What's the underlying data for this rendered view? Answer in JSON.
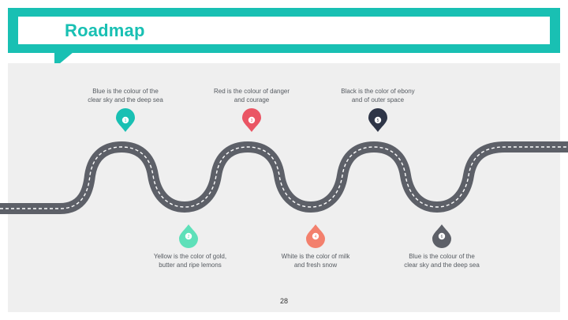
{
  "slide": {
    "title": "Roadmap",
    "page_number": "28"
  },
  "colors": {
    "accent": "#19c0b3",
    "panel": "#efefef",
    "road": "#5d6068",
    "pin_teal": "#19c0b3",
    "pin_red": "#ea5564",
    "pin_navy": "#2e3547",
    "pin_mint": "#5ee0b9",
    "pin_salmon": "#f3806d",
    "pin_gray": "#5d6068"
  },
  "milestones": [
    {
      "number": "1",
      "color": "#19c0b3",
      "icon": "map-pin-icon",
      "line1": "Blue is the colour of the",
      "line2": "clear sky and the deep sea"
    },
    {
      "number": "2",
      "color": "#5ee0b9",
      "icon": "map-pin-icon",
      "line1": "Yellow is the color of gold,",
      "line2": "butter and ripe lemons"
    },
    {
      "number": "3",
      "color": "#ea5564",
      "icon": "map-pin-icon",
      "line1": "Red is the colour of danger",
      "line2": "and courage"
    },
    {
      "number": "4",
      "color": "#f3806d",
      "icon": "map-pin-icon",
      "line1": "White is the color of milk",
      "line2": "and fresh snow"
    },
    {
      "number": "5",
      "color": "#2e3547",
      "icon": "map-pin-icon",
      "line1": "Black is the color of ebony",
      "line2": "and of outer space"
    },
    {
      "number": "6",
      "color": "#5d6068",
      "icon": "map-pin-icon",
      "line1": "Blue is the colour of the",
      "line2": "clear sky and the deep sea"
    }
  ]
}
